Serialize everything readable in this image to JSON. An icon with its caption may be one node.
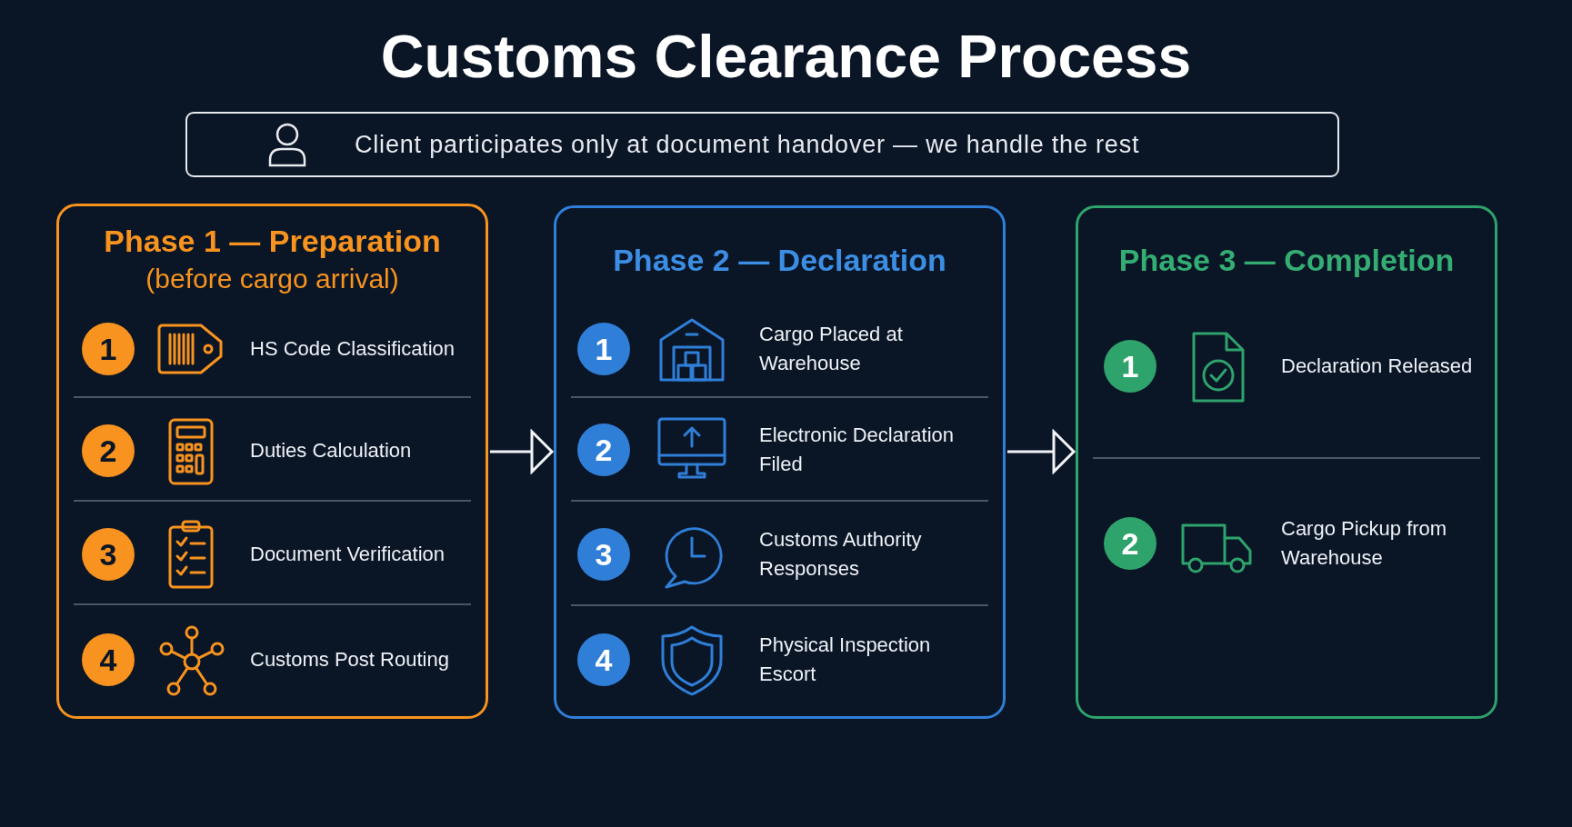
{
  "diagram": {
    "title": "Customs Clearance Process",
    "nodes": [
      {
        "text": [
          "Client participates only at document handover — we handle the rest"
        ]
      },
      {
        "text": [
          "Phase 1 — Preparation",
          "(before cargo arrival)"
        ]
      },
      {
        "text": [
          "1",
          "HS Code Classification"
        ],
        "in": 1
      },
      {
        "text": [
          "2",
          "Duties Calculation"
        ],
        "in": 1
      },
      {
        "text": [
          "3",
          "Document Verification"
        ],
        "in": 1
      },
      {
        "text": [
          "4",
          "Customs Post Routing"
        ],
        "in": 1
      },
      {
        "text": [
          "Phase 2 — Declaration"
        ]
      },
      {
        "text": [
          "1",
          "Cargo Placed at Warehouse"
        ],
        "in": 6
      },
      {
        "text": [
          "2",
          "Electronic Declaration Filed"
        ],
        "in": 6
      },
      {
        "text": [
          "3",
          "Customs Authority Responses"
        ],
        "in": 6
      },
      {
        "text": [
          "4",
          "Physical Inspection Escort"
        ],
        "in": 6
      },
      {
        "text": [
          "Phase 3 — Completion"
        ]
      },
      {
        "text": [
          "1",
          "Declaration Released"
        ],
        "in": 11
      },
      {
        "text": [
          "2",
          "Cargo Pickup from Warehouse"
        ],
        "in": 11
      }
    ],
    "edges": [
      {
        "from": 1,
        "to": 6,
        "arrow": "to"
      },
      {
        "from": 6,
        "to": 11,
        "arrow": "to"
      }
    ]
  }
}
